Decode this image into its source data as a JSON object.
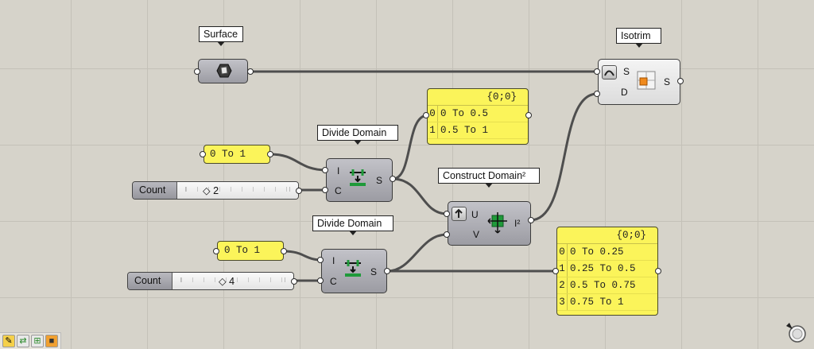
{
  "canvas": {
    "background": "#d6d3ca",
    "grid_color": "#c4c1b8",
    "wire_color": "#4e4e4e"
  },
  "surface": {
    "label": "Surface",
    "icon": "surface-param-icon"
  },
  "isotrim": {
    "label": "Isotrim",
    "inputs": [
      "S",
      "D"
    ],
    "output": "S",
    "icon": "isotrim-icon"
  },
  "domain_panel_1": {
    "header": "{0;0}",
    "rows": [
      {
        "index": "0",
        "value": "0 To 0.5"
      },
      {
        "index": "1",
        "value": "0.5 To 1"
      }
    ]
  },
  "domain_panel_2": {
    "header": "{0;0}",
    "rows": [
      {
        "index": "0",
        "value": "0 To 0.25"
      },
      {
        "index": "1",
        "value": "0.25 To 0.5"
      },
      {
        "index": "2",
        "value": "0.5 To 0.75"
      },
      {
        "index": "3",
        "value": "0.75 To 1"
      }
    ]
  },
  "divide_domain_1": {
    "label": "Divide Domain",
    "inputs": [
      "I",
      "C"
    ],
    "output": "S",
    "icon": "divide-domain-icon"
  },
  "divide_domain_2": {
    "label": "Divide Domain",
    "inputs": [
      "I",
      "C"
    ],
    "output": "S",
    "icon": "divide-domain-icon"
  },
  "construct_domain": {
    "label": "Construct Domain²",
    "inputs": [
      "U",
      "V"
    ],
    "output": "I²",
    "icon": "construct-domain2-icon"
  },
  "domain_param_1": {
    "value": "0 To 1"
  },
  "domain_param_2": {
    "value": "0 To 1"
  },
  "slider_1": {
    "name": "Count",
    "value": "2"
  },
  "slider_2": {
    "name": "Count",
    "value": "4"
  },
  "toolbar": {
    "icons": [
      "sketch-icon",
      "wire-icon",
      "tree-icon",
      "stop-icon"
    ]
  }
}
